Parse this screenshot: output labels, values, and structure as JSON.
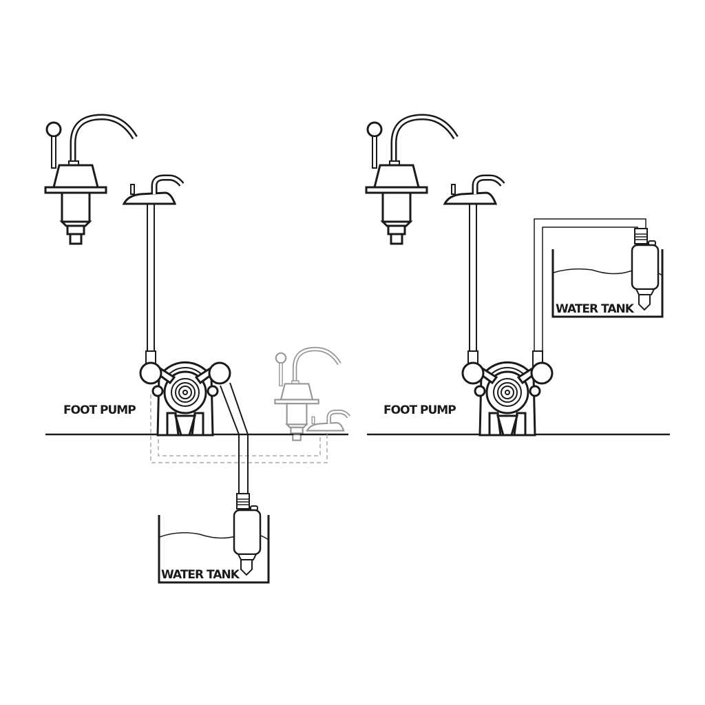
{
  "diagram": {
    "left_panel": {
      "pump_label": "FOOT PUMP",
      "tank_label": "WATER TANK",
      "description": "Foot pump above floor, tank below floor, faucets above counter; dashed alternative pipe route under floor to faded faucets"
    },
    "right_panel": {
      "pump_label": "FOOT PUMP",
      "tank_label": "WATER TANK",
      "description": "Foot pump on floor, tank raised above floor level with pipe routed over the top"
    },
    "colors": {
      "line": "#1a1a1a",
      "faded_line": "#aaaaaa",
      "background": "#ffffff"
    }
  }
}
